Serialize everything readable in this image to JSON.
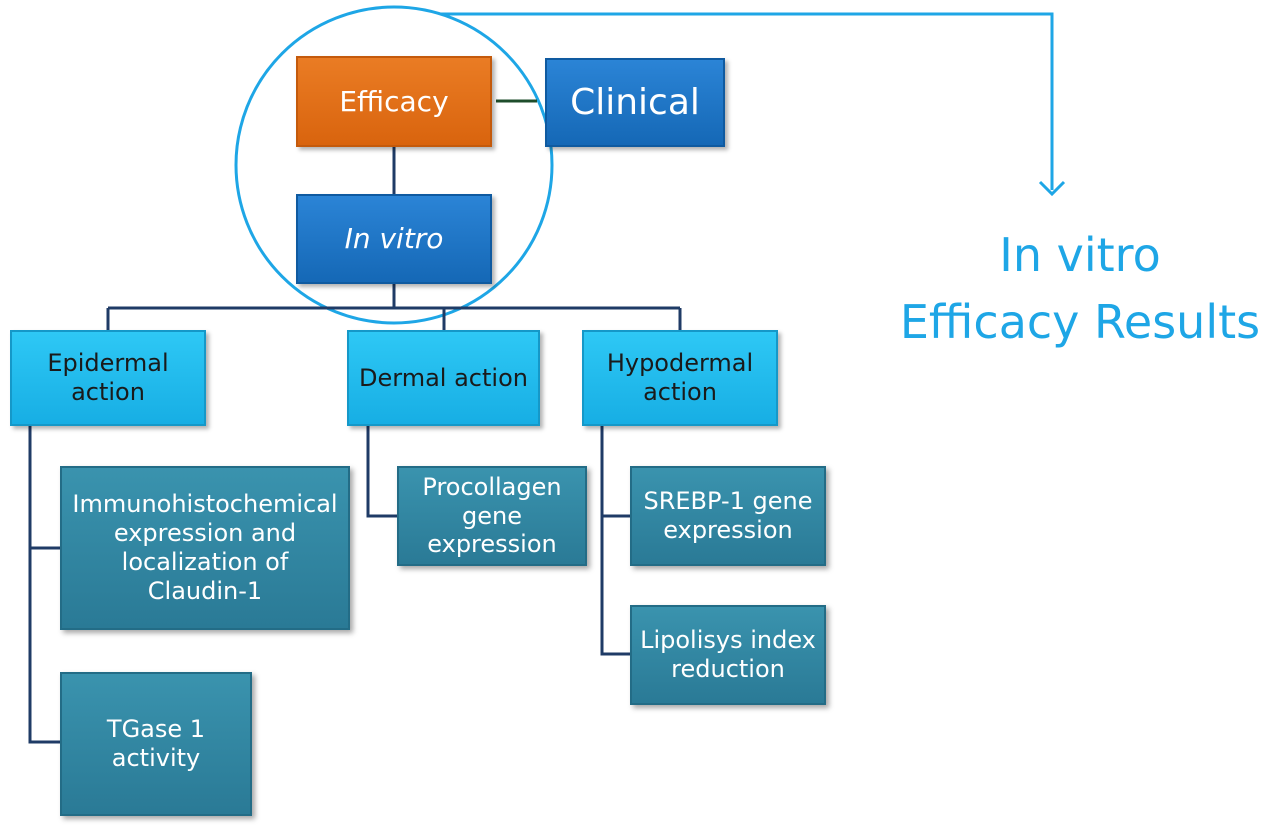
{
  "nodes": {
    "efficacy": "Efficacy",
    "clinical": "Clinical",
    "in_vitro": "In vitro",
    "epidermal": "Epidermal action",
    "dermal": "Dermal action",
    "hypodermal": "Hypodermal action",
    "immuno": "Immunohistochemical expression and localization of Claudin-1",
    "tgase": "TGase 1 activity",
    "procollagen": "Procollagen gene expression",
    "srebp": "SREBP-1 gene expression",
    "lipolisys": "Lipolisys index reduction"
  },
  "callout": {
    "line1": "In vitro",
    "line2": "Efficacy Results"
  },
  "colors": {
    "efficacy": "#e0711a",
    "primary_blue": "#1e75c8",
    "category_cyan": "#22bdf0",
    "leaf_teal": "#2f86a2",
    "connector": "#1f3b66",
    "highlight": "#1ea6e6",
    "efficacy_clinical_link": "#1e4d2b"
  }
}
